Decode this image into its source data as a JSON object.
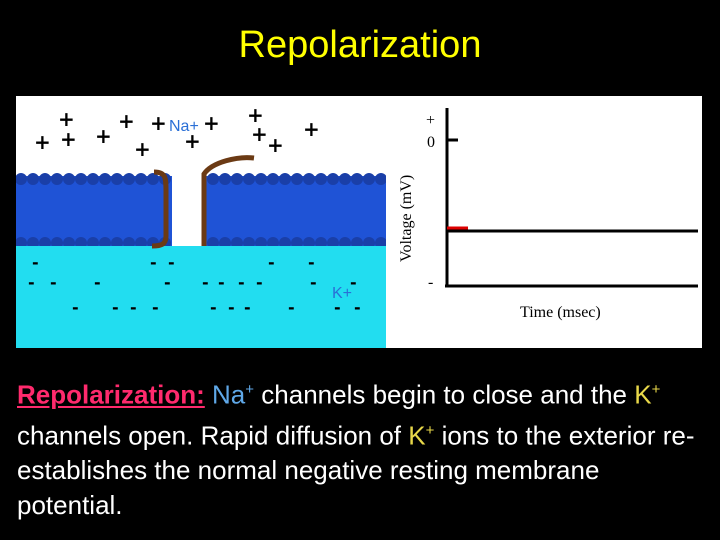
{
  "title": "Repolarization",
  "membrane": {
    "na_label": "Na+",
    "k_label": "K+",
    "plus_glyph": "+",
    "minus_glyph": "-",
    "colors": {
      "extracellular": "#ffffff",
      "intracellular": "#22ddf0",
      "phospholipid_head": "#1a3fa8",
      "lipid_core": "#1f53d6",
      "channel": "#6b3a14",
      "ion_label": "#2a6fd6"
    }
  },
  "graph": {
    "y_label": "Voltage (mV)",
    "x_label": "Time (msec)",
    "y_tick_plus": "+",
    "y_tick_zero": "0",
    "y_tick_minus": "-",
    "colors": {
      "axis": "#000000",
      "marker": "#dd0000"
    }
  },
  "caption": {
    "lead": "Repolarization:",
    "ion_na": "Na",
    "sup_na": "+",
    "part1": " channels begin to close and the ",
    "ion_k": "K",
    "sup_k": "+",
    "part2": " channels open. Rapid diffusion of ",
    "ion_k2": "K",
    "sup_k2": "+",
    "part3": " ions to the exterior re-establishes the normal negative resting membrane potential."
  }
}
